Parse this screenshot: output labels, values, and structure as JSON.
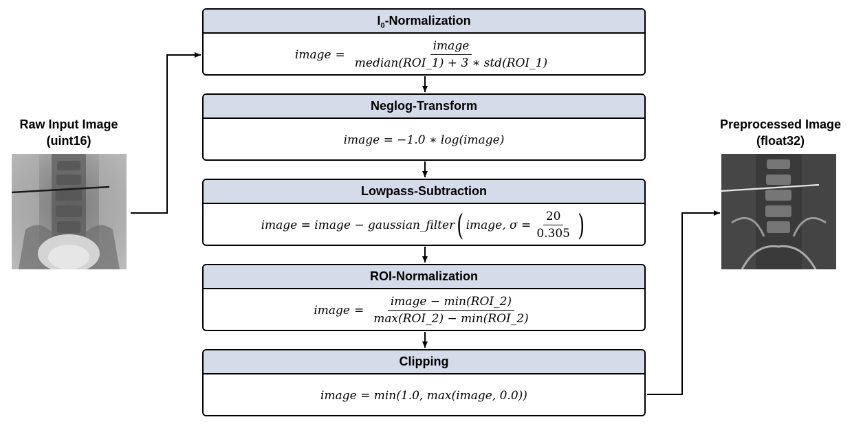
{
  "input": {
    "caption_line1": "Raw Input Image",
    "caption_line2": "(uint16)"
  },
  "output": {
    "caption_line1": "Preprocessed Image",
    "caption_line2": "(float32)"
  },
  "steps": [
    {
      "title_main": "I",
      "title_sub": "0",
      "title_rest": "-Normalization",
      "lhs": "image",
      "eq": "=",
      "numerator": "image",
      "denominator": "median(ROI_1) + 3 ∗ std(ROI_1)"
    },
    {
      "title": "Neglog-Transform",
      "formula": "image = −1.0 ∗ log(image)"
    },
    {
      "title": "Lowpass-Subtraction",
      "lhs": "image = image  − gaussian_filter",
      "arg": "image, σ =",
      "numerator": "20",
      "denominator": "0.305"
    },
    {
      "title": "ROI-Normalization",
      "lhs": "image",
      "eq": "=",
      "numerator": "image  − min(ROI_2)",
      "denominator": "max(ROI_2) − min(ROI_2)"
    },
    {
      "title": "Clipping",
      "formula": "image = min(1.0, max(image, 0.0))"
    }
  ],
  "colors": {
    "header_fill": "#d3dce8",
    "stroke": "#000000"
  }
}
